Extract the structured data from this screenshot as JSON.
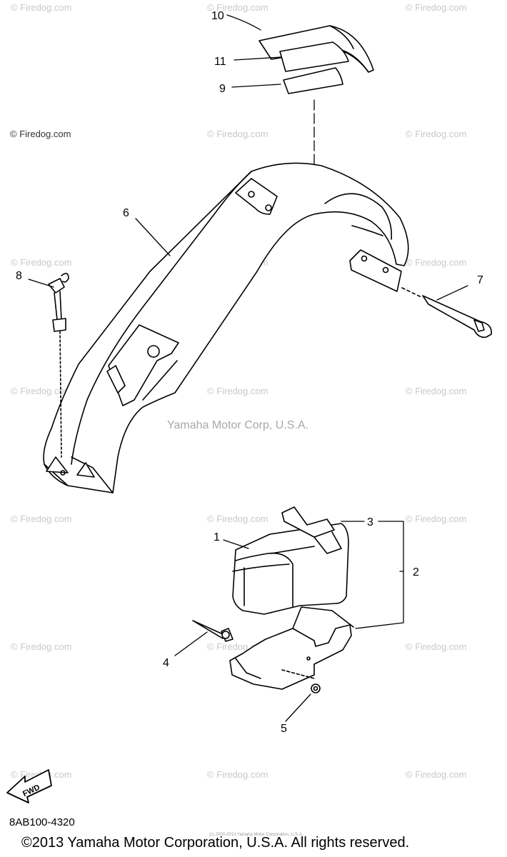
{
  "watermarks": {
    "brand": "© Firedog.com",
    "short": "© Firedog.com"
  },
  "maker_mark": "Yamaha Motor Corp, U.S.A.",
  "diagram_id": "8AB100-4320",
  "copyright": "©2013 Yamaha Motor Corporation, U.S.A. All rights reserved.",
  "fine_print": "(c) 2000-2013 Yamaha Motor Corporation, U.S.A.",
  "fwd_label": "FWD",
  "callouts": {
    "n1": "1",
    "n2": "2",
    "n3": "3",
    "n4": "4",
    "n5": "5",
    "n6": "6",
    "n7": "7",
    "n8": "8",
    "n9": "9",
    "n10": "10",
    "n11": "11"
  },
  "colors": {
    "ink": "#000000",
    "watermark": "#c8c8c8",
    "maker": "#a8a8a8"
  }
}
